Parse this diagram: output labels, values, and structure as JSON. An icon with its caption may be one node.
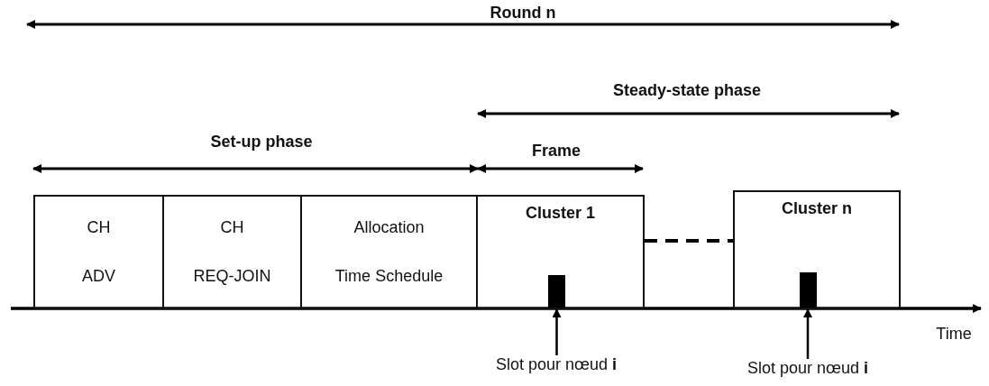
{
  "diagram": {
    "nodes": [
      {
        "text": [
          "CH",
          "ADV"
        ]
      },
      {
        "text": [
          "CH",
          "REQ-JOIN"
        ]
      },
      {
        "text": [
          "Allocation",
          "Time Schedule"
        ]
      },
      {
        "text": [
          "Cluster 1"
        ]
      },
      {
        "text": [
          "Cluster n"
        ]
      },
      {
        "text": [],
        "shape": "bar",
        "in": 3
      },
      {
        "text": [],
        "shape": "bar",
        "in": 4
      },
      {
        "text": [
          "Slot pour nœud **i**"
        ]
      },
      {
        "text": [
          "Slot pour nœud **i**"
        ]
      }
    ],
    "edges": [
      {
        "from": 3,
        "to": 4,
        "arrow": "none",
        "style": "dashed"
      },
      {
        "from": 7,
        "to": 5,
        "arrow": "to"
      },
      {
        "from": 8,
        "to": 6,
        "arrow": "to"
      }
    ],
    "labels": [
      "Round n",
      "Steady-state phase",
      "Set-up phase",
      "Frame",
      "Time"
    ]
  }
}
